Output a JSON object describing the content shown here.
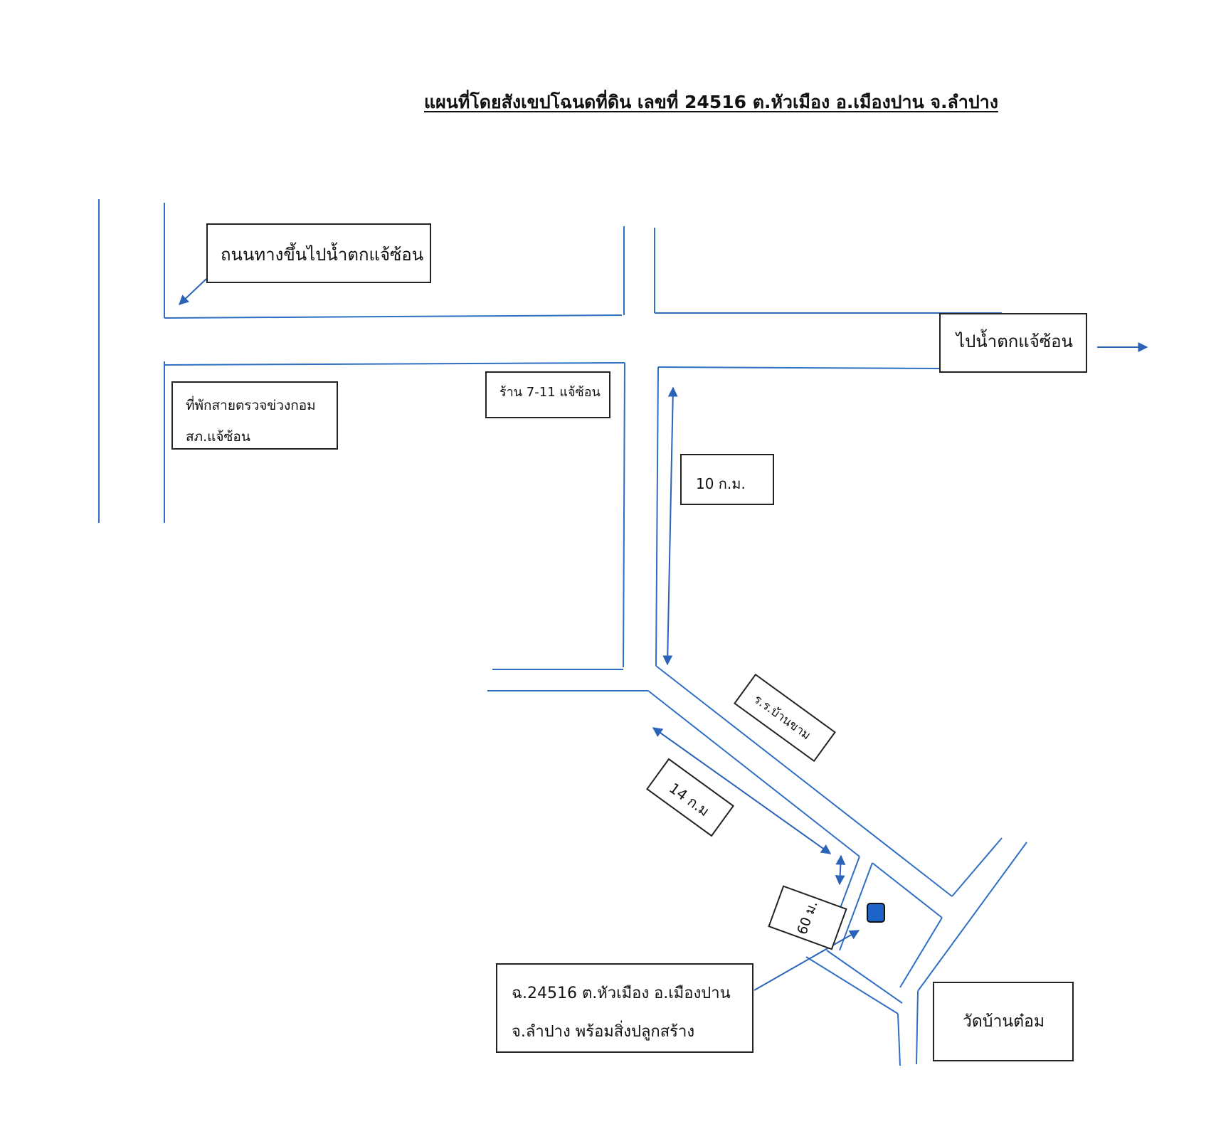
{
  "title": "แผนที่โดยสังเขปโฉนดที่ดิน เลขที่ 24516 ต.หัวเมือง อ.เมืองปาน จ.ลำปาง",
  "colors": {
    "road": "#2f6fc4",
    "arrow": "#2a63b8",
    "marker": "#1e64c8",
    "box_border": "#222222"
  },
  "labels": {
    "road_to_waterfall": "ถนนทางขึ้นไปน้ำตกแจ้ซ้อน",
    "to_waterfall": "ไปน้ำตกแจ้ซ้อน",
    "checkpoint_line1": "ที่พักสายตรวจข่วงกอม",
    "checkpoint_line2": "สภ.แจ้ซ้อน",
    "store_711": "ร้าน 7-11 แจ้ซ้อน",
    "distance_10km": "10 ก.ม.",
    "school": "ร.ร.บ้านขาม",
    "distance_14km": "14 ก.ม",
    "distance_60m": "60 ม.",
    "deed_line1": "ฉ.24516 ต.หัวเมือง อ.เมืองปาน",
    "deed_line2": "จ.ลำปาง พร้อมสิ่งปลูกสร้าง",
    "temple": "วัดบ้านต๋อม"
  },
  "icons": {
    "property_marker": "blue-square-marker"
  }
}
